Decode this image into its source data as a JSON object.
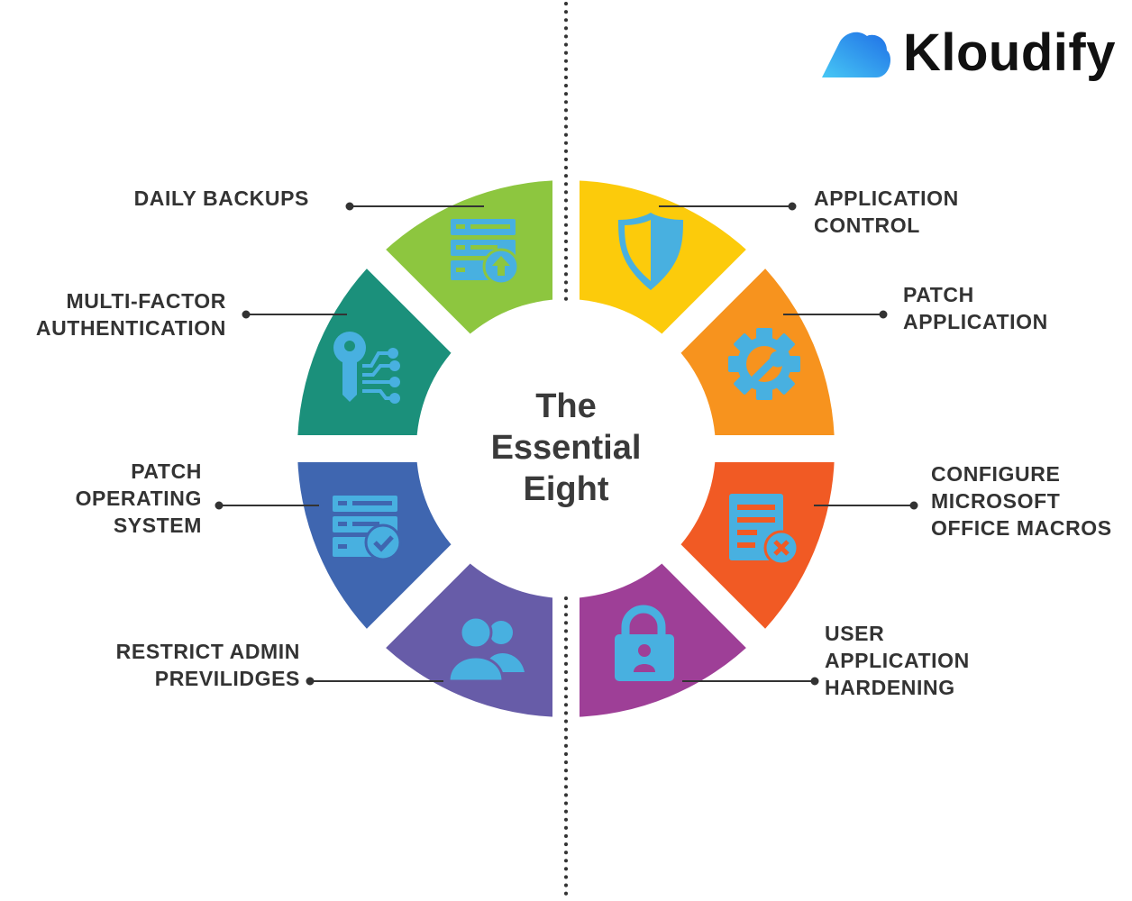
{
  "brand": {
    "name": "Kloudify",
    "logo_icon": "cloud-icon"
  },
  "title": {
    "line1": "The",
    "line2": "Essential",
    "line3": "Eight"
  },
  "colors": {
    "icon": "#48b0e0",
    "text": "#333333",
    "segments": {
      "application_control": "#fccb0b",
      "patch_application": "#f7931e",
      "office_macros": "#f15a24",
      "user_app_hardening": "#9e3f97",
      "restrict_admin": "#675ca8",
      "patch_os": "#3f66b0",
      "mfa": "#1b907b",
      "daily_backups": "#8dc63f"
    }
  },
  "items": {
    "daily_backups": {
      "lines": [
        "DAILY BACKUPS"
      ],
      "icon": "server-upload-icon"
    },
    "mfa": {
      "lines": [
        "MULTI-FACTOR",
        "AUTHENTICATION"
      ],
      "icon": "key-circuit-icon"
    },
    "patch_os": {
      "lines": [
        "PATCH",
        "OPERATING",
        "SYSTEM"
      ],
      "icon": "server-check-icon"
    },
    "restrict_admin": {
      "lines": [
        "RESTRICT ADMIN",
        "PREVILIDGES"
      ],
      "icon": "users-icon"
    },
    "application_control": {
      "lines": [
        "APPLICATION",
        "CONTROL"
      ],
      "icon": "shield-icon"
    },
    "patch_application": {
      "lines": [
        "PATCH",
        "APPLICATION"
      ],
      "icon": "gear-wrench-icon"
    },
    "office_macros": {
      "lines": [
        "CONFIGURE",
        "MICROSOFT",
        "OFFICE MACROS"
      ],
      "icon": "document-x-icon"
    },
    "user_app_hardening": {
      "lines": [
        "USER",
        "APPLICATION",
        "HARDENING"
      ],
      "icon": "lock-user-icon"
    }
  }
}
